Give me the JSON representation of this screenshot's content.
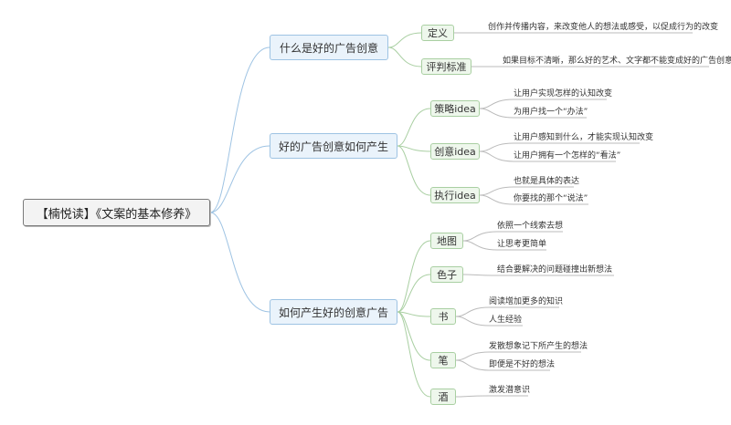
{
  "root": "【楠悦读】《文案的基本修养》",
  "branches": [
    {
      "label": "什么是好的广告创意",
      "children": [
        {
          "label": "定义",
          "leaves": [
            "创作并传播内容，来改变他人的想法或感受，以促成行为的改变"
          ]
        },
        {
          "label": "评判标准",
          "leaves": [
            "如果目标不清晰，那么好的艺术、文字都不能变成好的广告创意"
          ]
        }
      ]
    },
    {
      "label": "好的广告创意如何产生",
      "children": [
        {
          "label": "策略idea",
          "leaves": [
            "让用户实现怎样的认知改变",
            "为用户找一个“办法”"
          ]
        },
        {
          "label": "创意idea",
          "leaves": [
            "让用户感知到什么，才能实现认知改变",
            "让用户拥有一个怎样的“看法”"
          ]
        },
        {
          "label": "执行idea",
          "leaves": [
            "也就是具体的表达",
            "你要找的那个“说法”"
          ]
        }
      ]
    },
    {
      "label": "如何产生好的创意广告",
      "children": [
        {
          "label": "地图",
          "leaves": [
            "依照一个线索去想",
            "让思考更简单"
          ]
        },
        {
          "label": "色子",
          "leaves": [
            "结合要解决的问题碰撞出新想法"
          ]
        },
        {
          "label": "书",
          "leaves": [
            "阅读增加更多的知识",
            "人生经验"
          ]
        },
        {
          "label": "笔",
          "leaves": [
            "发散想象记下所产生的想法",
            "即便是不好的想法"
          ]
        },
        {
          "label": "酒",
          "leaves": [
            "激发潜意识"
          ]
        }
      ]
    }
  ],
  "colors": {
    "root_line": "#8a8a8a",
    "main_line": "#9ec3e3",
    "sub_line": "#a9cfa2",
    "leaf_line": "#bbbbbb"
  }
}
